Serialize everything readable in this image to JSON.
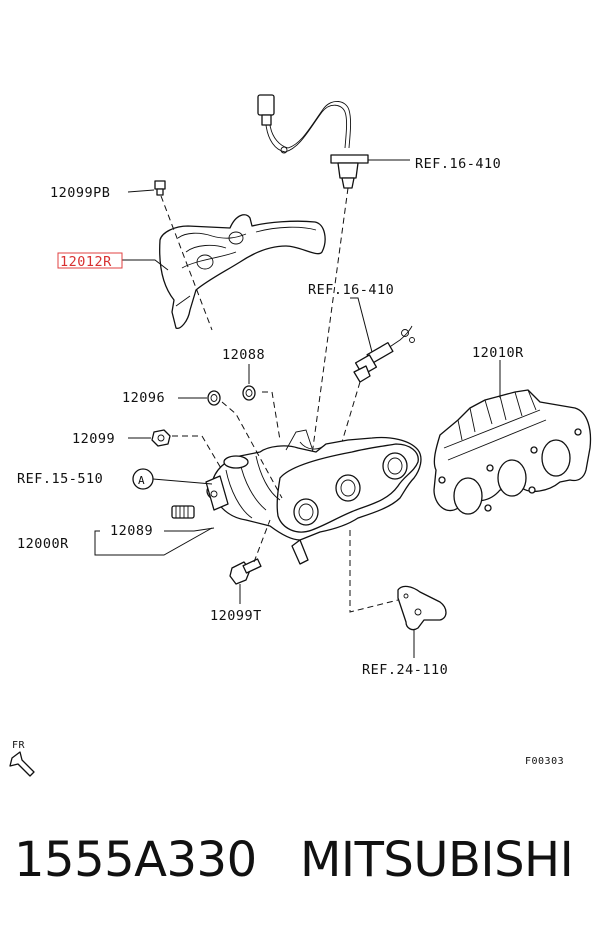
{
  "labels": {
    "ref_16_410_top": "REF.16-410",
    "pb_12099": "12099PB",
    "r_12012": "12012R",
    "ref_16_410_mid": "REF.16-410",
    "r_12010": "12010R",
    "p_12088": "12088",
    "p_12096": "12096",
    "p_12099": "12099",
    "ref_15_510": "REF.15-510",
    "circle_a": "A",
    "p_12089": "12089",
    "r_12000": "12000R",
    "t_12099": "12099T",
    "ref_24_110": "REF.24-110",
    "fr": "FR",
    "code": "F00303"
  },
  "highlight": {
    "label": "r_12012",
    "color": "#e04040"
  },
  "footer": {
    "part_number": "1555A330",
    "brand": "MITSUBISHI"
  }
}
